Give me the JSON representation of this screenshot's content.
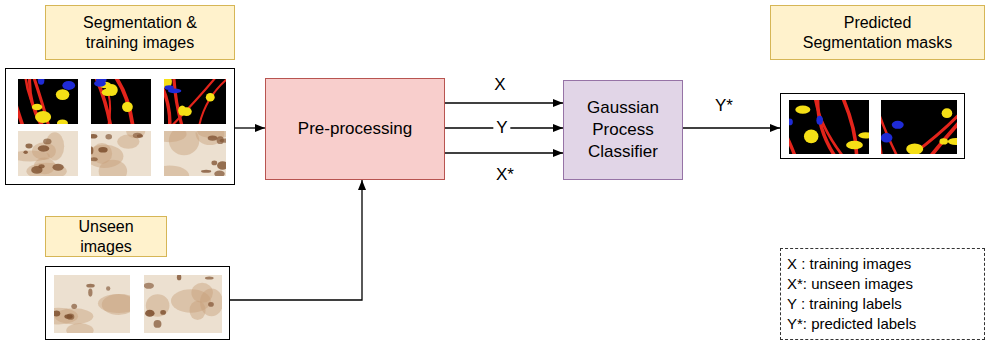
{
  "diagram": {
    "nodes": [
      {
        "text": [
          "Segmentation & training images"
        ]
      },
      {
        "text": [
          "Pre-processing"
        ]
      },
      {
        "text": [
          "Gaussian Process Classifier"
        ]
      },
      {
        "text": [
          "Predicted Segmentation masks"
        ]
      },
      {
        "text": [
          "Unseen images"
        ]
      },
      {
        "text": [
          "X : training images",
          "X*: unseen images",
          "Y : training labels",
          "Y*: predicted labels"
        ]
      }
    ],
    "edges": [
      {
        "from": 0,
        "to": 1,
        "arrow": "to"
      },
      {
        "from": 4,
        "to": 1,
        "arrow": "to"
      },
      {
        "from": 1,
        "to": 2,
        "label": "X",
        "arrow": "to"
      },
      {
        "from": 1,
        "to": 2,
        "label": "Y",
        "arrow": "to"
      },
      {
        "from": 1,
        "to": 2,
        "label": "X*",
        "arrow": "to"
      },
      {
        "from": 2,
        "to": 3,
        "label": "Y*",
        "arrow": "to"
      }
    ]
  }
}
